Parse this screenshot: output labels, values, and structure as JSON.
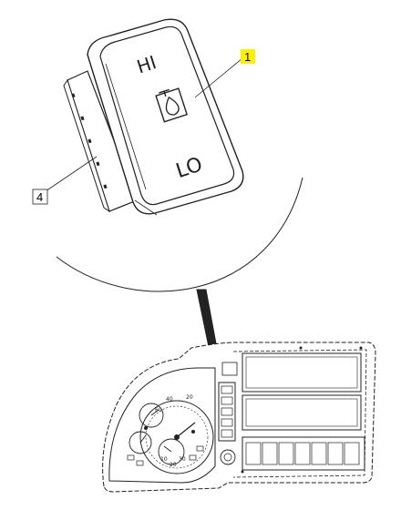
{
  "diagram": {
    "callouts": [
      {
        "id": "callout-1",
        "label": "1",
        "highlighted": true
      },
      {
        "id": "callout-4",
        "label": "4",
        "highlighted": false
      }
    ],
    "switch": {
      "top_label": "HI",
      "bottom_label": "LO",
      "symbol": "oil-drop-icon"
    },
    "gauges": {
      "speedometer_numbers": [
        "60",
        "40",
        "20"
      ],
      "tachometer_numbers": [
        "10",
        "20",
        "30"
      ]
    },
    "colors": {
      "line": "#222222",
      "highlight": "#fff000",
      "background": "#ffffff"
    }
  }
}
